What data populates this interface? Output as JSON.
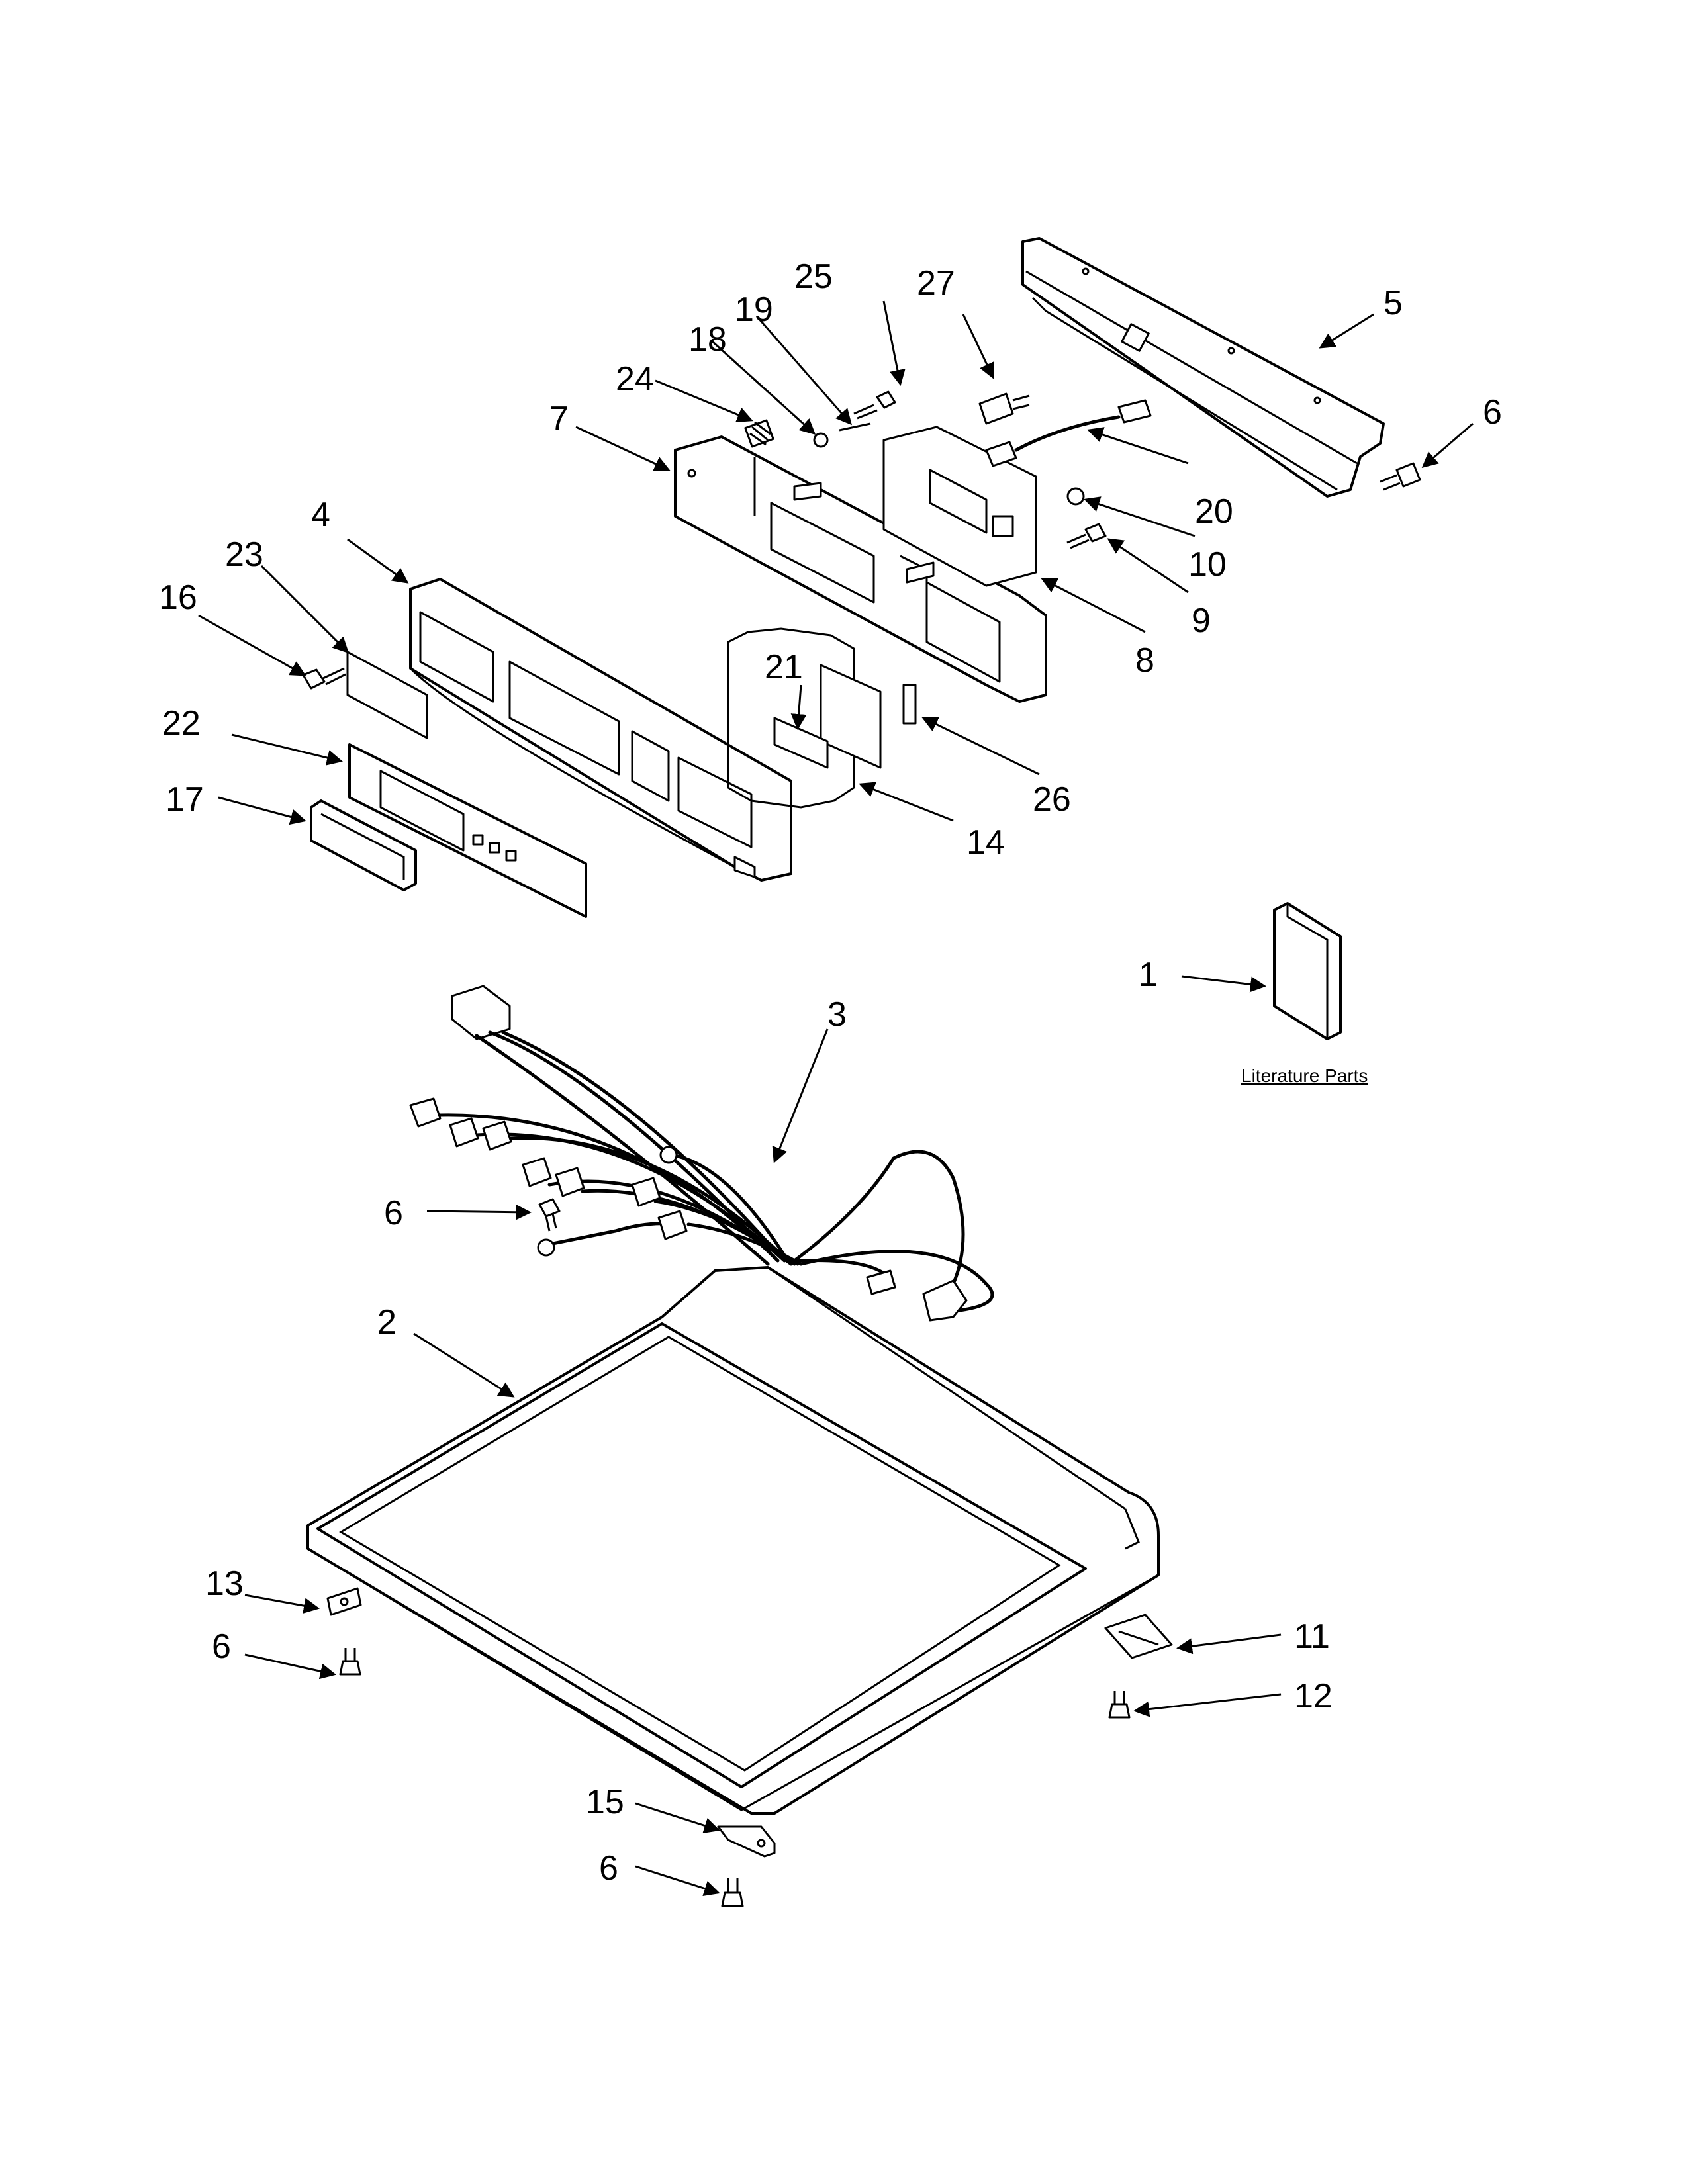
{
  "callouts": [
    {
      "id": "c1",
      "text": "1"
    },
    {
      "id": "c2",
      "text": "2"
    },
    {
      "id": "c3",
      "text": "3"
    },
    {
      "id": "c4",
      "text": "4"
    },
    {
      "id": "c5",
      "text": "5"
    },
    {
      "id": "c6a",
      "text": "6"
    },
    {
      "id": "c6b",
      "text": "6"
    },
    {
      "id": "c6c",
      "text": "6"
    },
    {
      "id": "c6d",
      "text": "6"
    },
    {
      "id": "c7",
      "text": "7"
    },
    {
      "id": "c8",
      "text": "8"
    },
    {
      "id": "c9",
      "text": "9"
    },
    {
      "id": "c10",
      "text": "10"
    },
    {
      "id": "c11",
      "text": "11"
    },
    {
      "id": "c12",
      "text": "12"
    },
    {
      "id": "c13",
      "text": "13"
    },
    {
      "id": "c14",
      "text": "14"
    },
    {
      "id": "c15",
      "text": "15"
    },
    {
      "id": "c16",
      "text": "16"
    },
    {
      "id": "c17",
      "text": "17"
    },
    {
      "id": "c18",
      "text": "18"
    },
    {
      "id": "c19",
      "text": "19"
    },
    {
      "id": "c20",
      "text": "20"
    },
    {
      "id": "c21",
      "text": "21"
    },
    {
      "id": "c22",
      "text": "22"
    },
    {
      "id": "c23",
      "text": "23"
    },
    {
      "id": "c24",
      "text": "24"
    },
    {
      "id": "c25",
      "text": "25"
    },
    {
      "id": "c26",
      "text": "26"
    },
    {
      "id": "c27",
      "text": "27"
    }
  ],
  "literature_label": "Literature Parts"
}
